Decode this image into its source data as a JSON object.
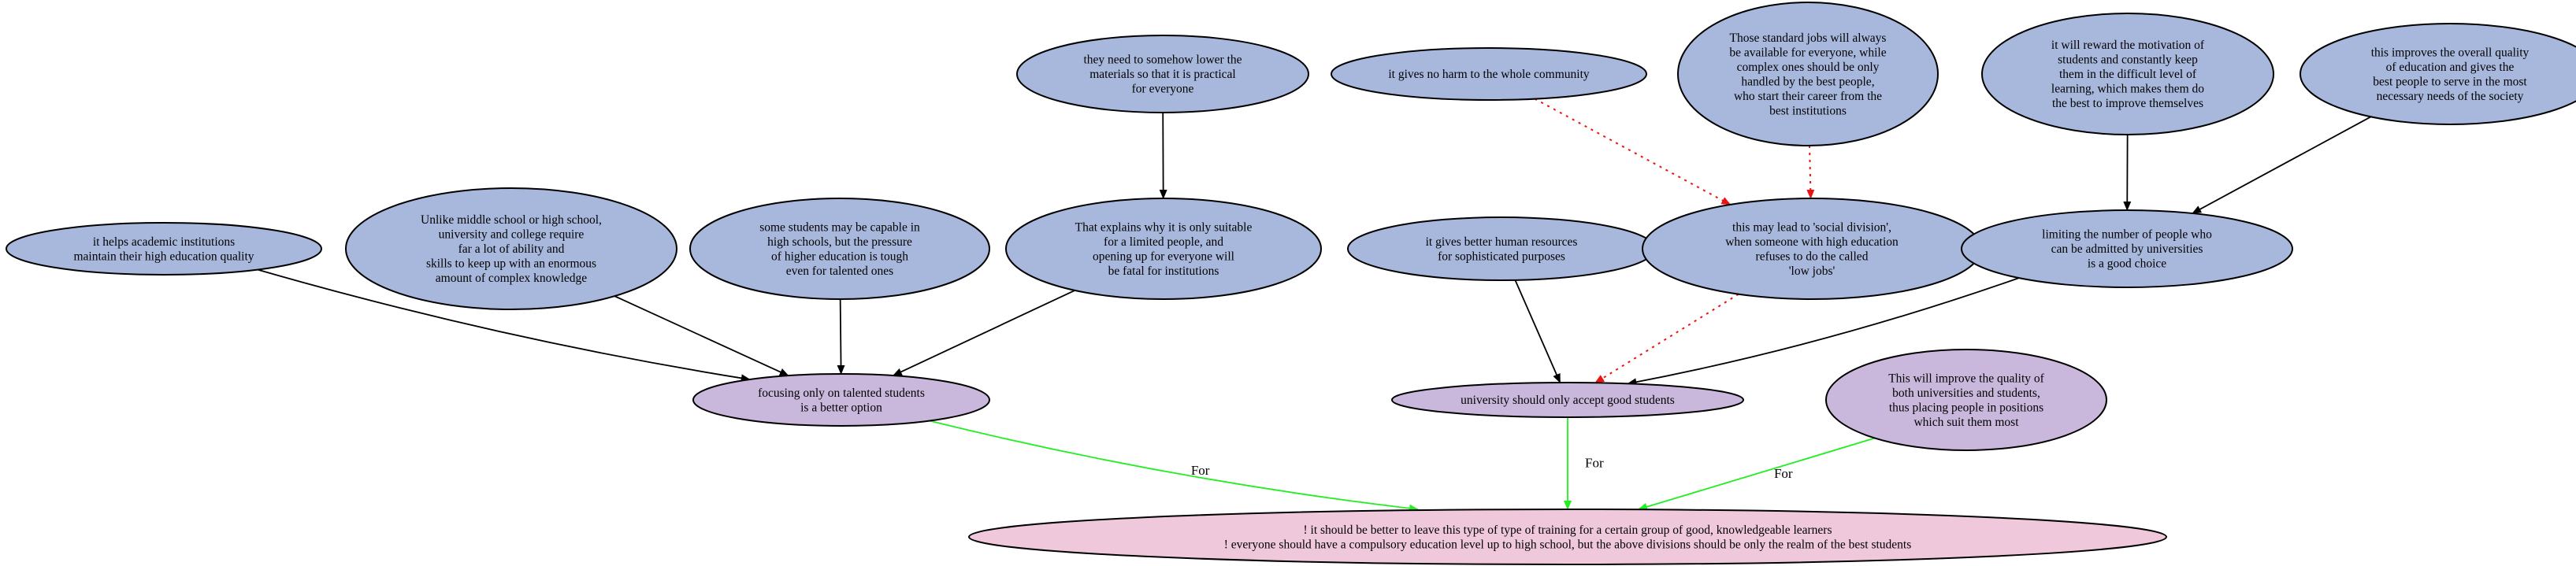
{
  "colors": {
    "premise": "#a8b8dc",
    "claim": "#c9b8dc",
    "conclusion": "#f0c8dc",
    "support_edge": "#000000",
    "for_edge": "#22ee22",
    "attack_edge": "#ee1111"
  },
  "nodes": {
    "n_academic": {
      "lines": [
        "it helps academic institutions",
        "maintain their high education quality"
      ],
      "kind": "premise"
    },
    "n_unlike": {
      "lines": [
        "Unlike middle school or high school,",
        "university and college require",
        "far a lot of ability and",
        "skills to keep up with an enormous",
        "amount of complex knowledge"
      ],
      "kind": "premise"
    },
    "n_capable": {
      "lines": [
        "some students may be capable in",
        "high schools, but the pressure",
        "of higher education is tough",
        "even for talented ones"
      ],
      "kind": "premise"
    },
    "n_lower": {
      "lines": [
        "they need to somehow lower the",
        "materials so that it is practical",
        "for everyone"
      ],
      "kind": "premise"
    },
    "n_explains": {
      "lines": [
        "That explains why it is only suitable",
        "for a limited people, and",
        "opening up for everyone will",
        "be fatal for institutions"
      ],
      "kind": "premise"
    },
    "n_noharm": {
      "lines": [
        "it gives no harm to the whole community"
      ],
      "kind": "premise"
    },
    "n_standard": {
      "lines": [
        "Those standard jobs will always",
        "be available for everyone, while",
        "complex ones should be only",
        "handled by the best people,",
        "who start their career from the",
        "best institutions"
      ],
      "kind": "premise"
    },
    "n_reward": {
      "lines": [
        "it will reward the motivation of",
        "students and constantly keep",
        "them in the difficult level of",
        "learning, which makes them do",
        "the best to improve themselves"
      ],
      "kind": "premise"
    },
    "n_improves": {
      "lines": [
        "this improves the overall quality",
        "of education and gives the",
        "best people to serve in the most",
        "necessary needs of the society"
      ],
      "kind": "premise"
    },
    "n_resources": {
      "lines": [
        "it gives better human resources",
        "for sophisticated purposes"
      ],
      "kind": "premise"
    },
    "n_division": {
      "lines": [
        "this may lead to 'social division',",
        "when someone with high education",
        "refuses to do the called",
        "'low jobs'"
      ],
      "kind": "premise"
    },
    "n_limiting": {
      "lines": [
        "limiting the number of people who",
        "can be admitted by universities",
        "is a good choice"
      ],
      "kind": "premise"
    },
    "n_focusing": {
      "lines": [
        "focusing only on talented students",
        "is a better option"
      ],
      "kind": "claim"
    },
    "n_university": {
      "lines": [
        "university should only accept good students"
      ],
      "kind": "claim"
    },
    "n_quality": {
      "lines": [
        "This will improve the quality of",
        "both universities and students,",
        "thus placing people in positions",
        "which suit them most"
      ],
      "kind": "claim"
    },
    "n_conclusion": {
      "lines": [
        "! it should be better to leave this type of type of training for a certain group of good, knowledgeable learners",
        "! everyone should have a compulsory education level up to high school, but the above divisions should be only the realm of the best students"
      ],
      "kind": "conclusion"
    }
  },
  "edges": [
    {
      "from": "n_academic",
      "to": "n_focusing",
      "style": "support"
    },
    {
      "from": "n_unlike",
      "to": "n_focusing",
      "style": "support"
    },
    {
      "from": "n_capable",
      "to": "n_focusing",
      "style": "support"
    },
    {
      "from": "n_explains",
      "to": "n_focusing",
      "style": "support"
    },
    {
      "from": "n_lower",
      "to": "n_explains",
      "style": "support"
    },
    {
      "from": "n_noharm",
      "to": "n_division",
      "style": "attack"
    },
    {
      "from": "n_standard",
      "to": "n_division",
      "style": "attack"
    },
    {
      "from": "n_division",
      "to": "n_university",
      "style": "attack"
    },
    {
      "from": "n_resources",
      "to": "n_university",
      "style": "support"
    },
    {
      "from": "n_limiting",
      "to": "n_university",
      "style": "support"
    },
    {
      "from": "n_reward",
      "to": "n_limiting",
      "style": "support"
    },
    {
      "from": "n_improves",
      "to": "n_limiting",
      "style": "support"
    },
    {
      "from": "n_focusing",
      "to": "n_conclusion",
      "style": "for",
      "label": "For"
    },
    {
      "from": "n_university",
      "to": "n_conclusion",
      "style": "for",
      "label": "For"
    },
    {
      "from": "n_quality",
      "to": "n_conclusion",
      "style": "for",
      "label": "For"
    }
  ]
}
